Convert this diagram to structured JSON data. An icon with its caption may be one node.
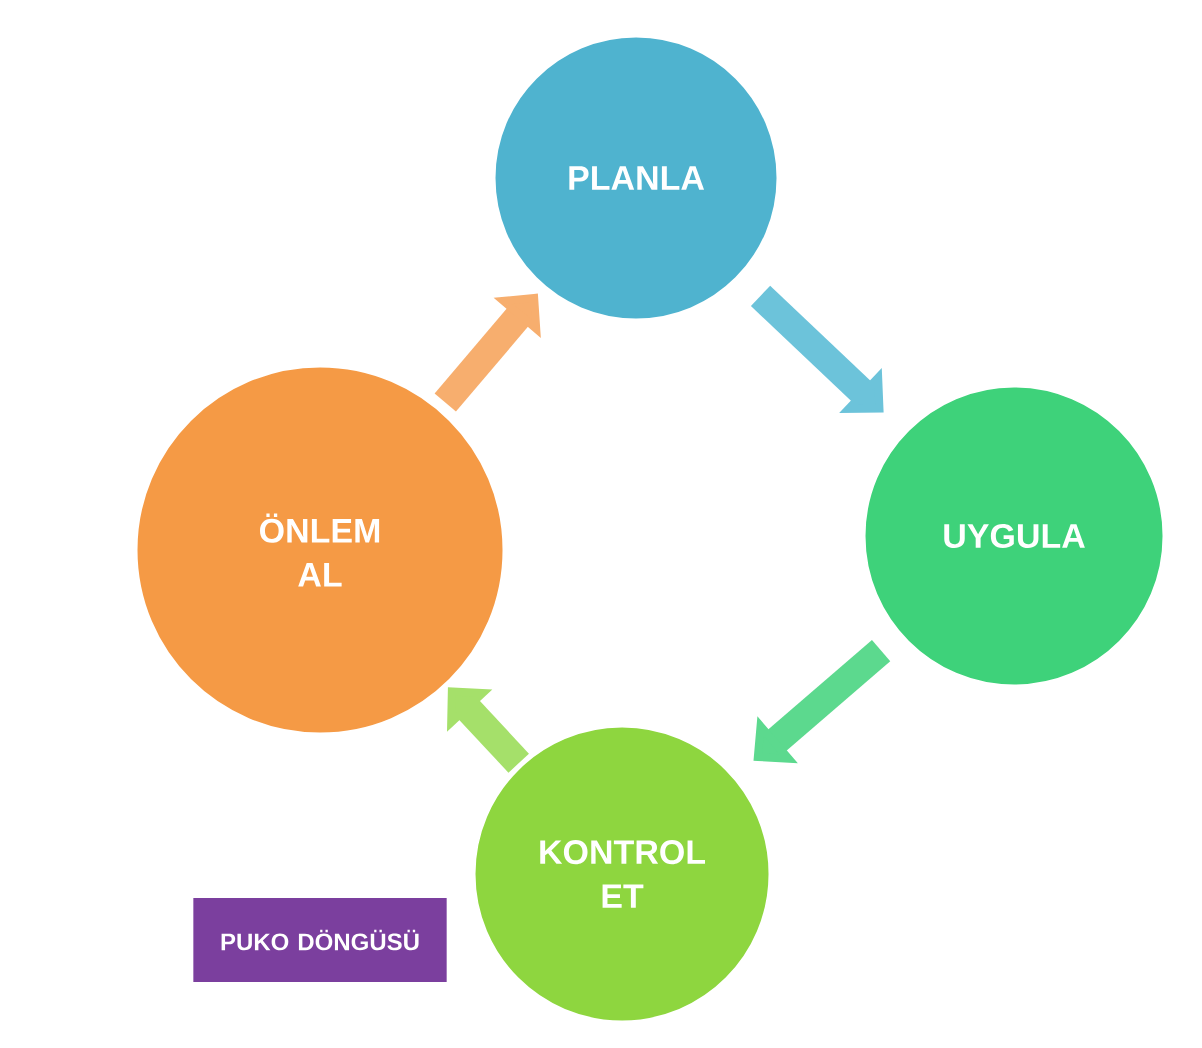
{
  "diagram": {
    "nodes": [
      {
        "text": [
          "PLANLA"
        ]
      },
      {
        "text": [
          "UYGULA"
        ]
      },
      {
        "text": [
          "KONTROL ET"
        ]
      },
      {
        "text": [
          "ÖNLEM AL"
        ]
      },
      {
        "text": [
          "PUKO  DÖNGÜSÜ"
        ]
      }
    ],
    "edges": [
      {
        "from": 0,
        "to": 1,
        "arrow": "to",
        "color": "#6cc3da"
      },
      {
        "from": 1,
        "to": 2,
        "arrow": "to",
        "color": "#5cd98e"
      },
      {
        "from": 2,
        "to": 3,
        "arrow": "to",
        "color": "#a5e06a"
      },
      {
        "from": 3,
        "to": 0,
        "arrow": "to",
        "color": "#f7ae6e"
      }
    ]
  }
}
